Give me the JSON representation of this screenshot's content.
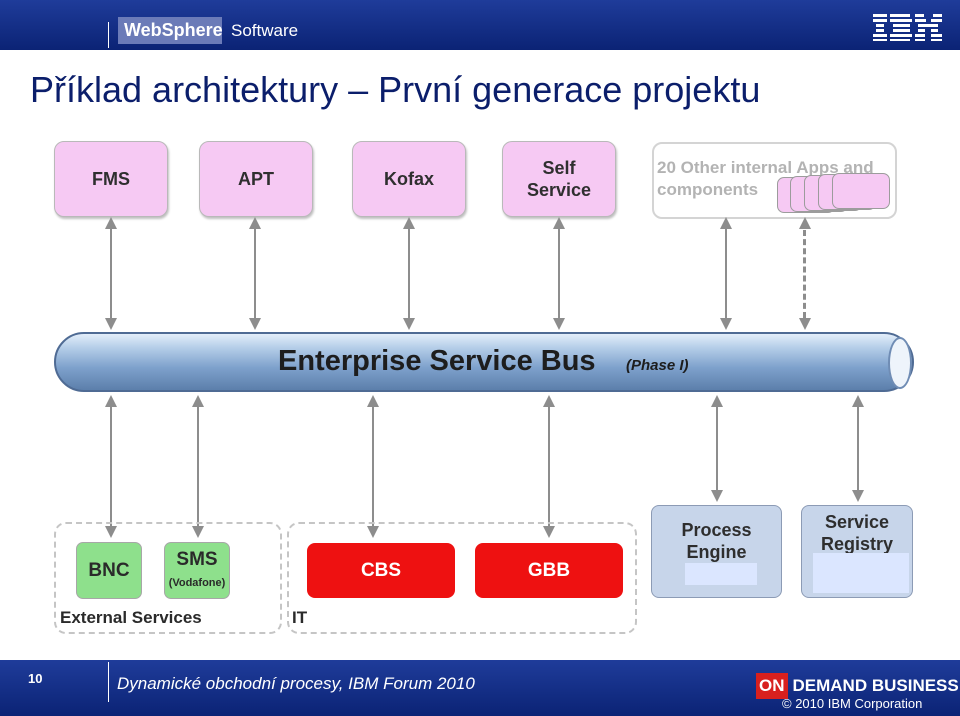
{
  "header": {
    "brand": "WebSphere",
    "product": "Software",
    "company_logo": "IBM"
  },
  "title": "Příklad architektury – První generace projektu",
  "top_systems": [
    {
      "label": "FMS"
    },
    {
      "label": "APT"
    },
    {
      "label": "Kofax"
    },
    {
      "label": "Self Service"
    }
  ],
  "other_apps_label": "20 Other internal Apps and components",
  "bus": {
    "title": "Enterprise Service Bus",
    "phase": "(Phase I)"
  },
  "external_services": {
    "label": "External Services",
    "items": [
      {
        "label": "BNC"
      },
      {
        "label": "SMS",
        "sublabel": "(Vodafone)"
      }
    ]
  },
  "it_group": {
    "label": "IT",
    "items": [
      {
        "label": "CBS"
      },
      {
        "label": "GBB"
      }
    ]
  },
  "process_engine": {
    "label": "Process Engine"
  },
  "service_registry": {
    "label": "Service Registry"
  },
  "footer": {
    "page_number": "10",
    "event": "Dynamické obchodní procesy, IBM Forum 2010",
    "badge_on": "ON",
    "badge_text": "DEMAND BUSINESS",
    "copyright": "© 2010 IBM Corporation"
  },
  "colors": {
    "header_blue": "#0b2375",
    "pink_box": "#f6c9f3",
    "red_box": "#ee1111",
    "green_box": "#8ee08c",
    "blue_box": "#c7d5ea",
    "bus_blue": "#7ea1cc"
  }
}
